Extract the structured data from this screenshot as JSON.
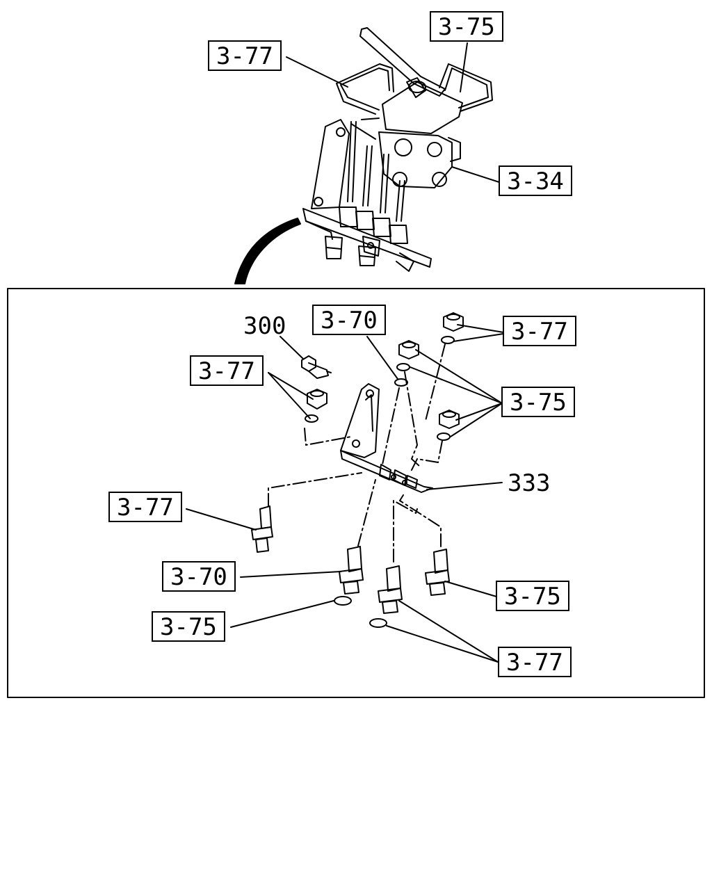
{
  "callouts": {
    "top_3_75": "3-75",
    "top_3_77": "3-77",
    "top_3_34": "3-34",
    "label_300": "300",
    "inner_3_70_top": "3-70",
    "inner_3_77_top_right": "3-77",
    "inner_3_77_left": "3-77",
    "inner_3_75_right": "3-75",
    "label_333": "333",
    "inner_3_77_lower_left": "3-77",
    "inner_3_70_lower": "3-70",
    "inner_3_75_lower_right": "3-75",
    "inner_3_75_bottom_left": "3-75",
    "inner_3_77_bottom_right": "3-77"
  }
}
